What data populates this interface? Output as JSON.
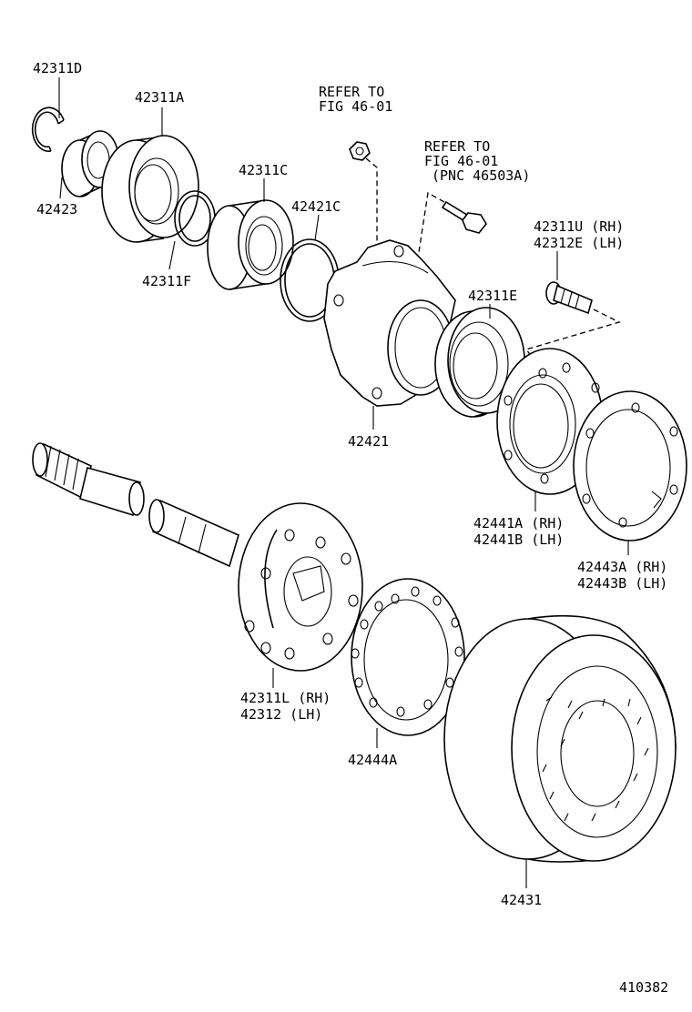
{
  "diagram": {
    "figure_id": "410382",
    "refs": {
      "ref1_line1": "REFER TO",
      "ref1_line2": "FIG 46-01",
      "ref2_line1": "REFER TO",
      "ref2_line2": "FIG 46-01",
      "ref2_line3": "(PNC 46503A)"
    },
    "labels": {
      "p42311D": "42311D",
      "p42423": "42423",
      "p42311A": "42311A",
      "p42311F": "42311F",
      "p42311C": "42311C",
      "p42421C": "42421C",
      "p42311U": "42311U (RH)",
      "p42312E": "42312E (LH)",
      "p42311E": "42311E",
      "p42421": "42421",
      "p42441A": "42441A (RH)",
      "p42441B": "42441B (LH)",
      "p42443A": "42443A (RH)",
      "p42443B": "42443B (LH)",
      "p42311L": "42311L (RH)",
      "p42312": "42312  (LH)",
      "p42444A": "42444A",
      "p42431": "42431"
    }
  }
}
